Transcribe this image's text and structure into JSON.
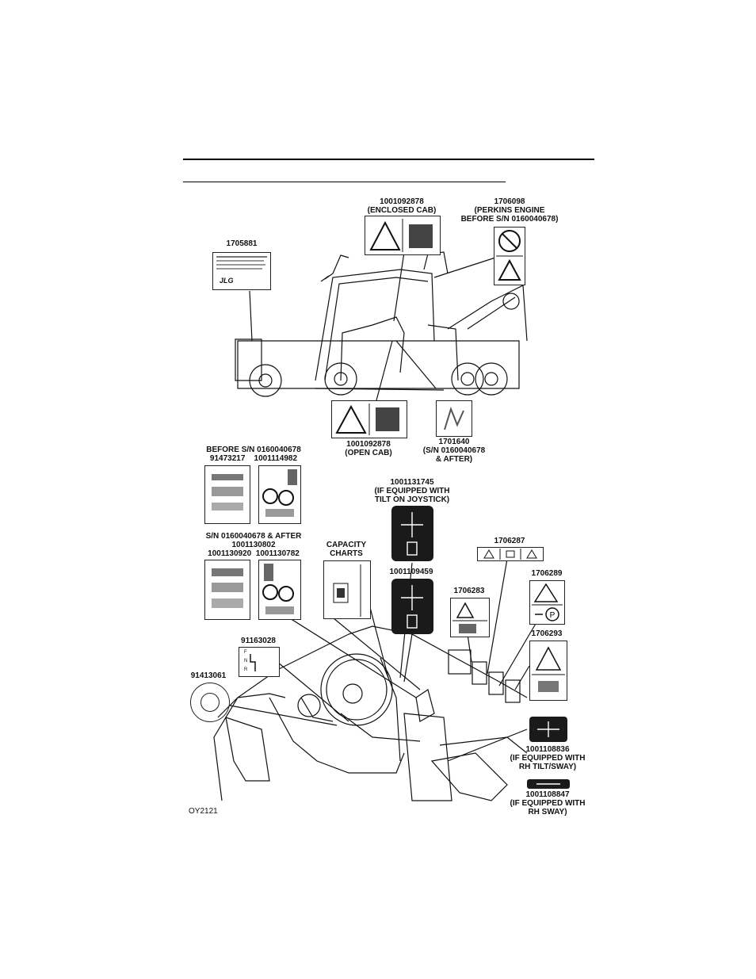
{
  "figure_id": "OY2121",
  "callouts": {
    "c1705881": "1705881",
    "c1001092878_enclosed": "1001092878\n(ENCLOSED CAB)",
    "c1706098": "1706098\n(PERKINS ENGINE\nBEFORE S/N 0160040678)",
    "c1001092878_open": "1001092878\n(OPEN CAB)",
    "c1701640": "1701640\n(S/N 0160040678\n& AFTER)",
    "before_sn": "BEFORE S/N 0160040678\n91473217    1001114982",
    "after_sn": "S/N 0160040678 & AFTER\n1001130802\n1001130920  1001130782",
    "capacity": "CAPACITY\nCHARTS",
    "c1001131745": "1001131745\n(IF EQUIPPED WITH\nTILT ON JOYSTICK)",
    "c1001109459": "1001109459",
    "c1706287": "1706287",
    "c1706283": "1706283",
    "c1706289": "1706289",
    "c1706293": "1706293",
    "c91163028": "91163028",
    "c91413061": "91413061",
    "c1001108836": "1001108836\n(IF EQUIPPED WITH\nRH TILT/SWAY)",
    "c1001108847": "1001108847\n(IF EQUIPPED WITH\nRH SWAY)"
  },
  "decal_text": {
    "jlg_logo": "JLG",
    "shift_pattern": [
      "F",
      "N",
      "R"
    ]
  }
}
